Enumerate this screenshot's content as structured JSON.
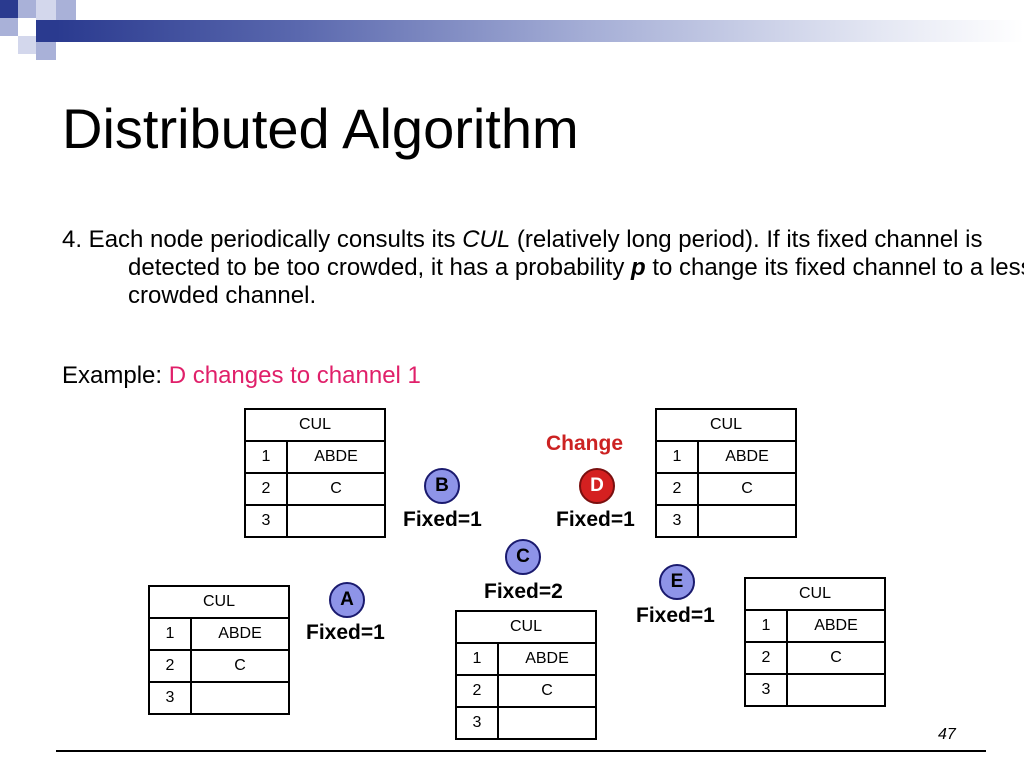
{
  "slide": {
    "title": "Distributed Algorithm",
    "point": {
      "lead": "4. Each node periodically consults its ",
      "term": "CUL",
      "mid": " (relatively long period). If its fixed channel is detected to be too crowded, it has a probability ",
      "prob": "p",
      "tail": " to change its fixed channel to a less crowded channel."
    },
    "example": {
      "label": "Example: ",
      "text": "D changes to channel 1"
    },
    "page_number": "47"
  },
  "colors": {
    "accent": "#e0206a",
    "node": "#8e94e8",
    "node_changed": "#d42020",
    "change_text": "#cc2222"
  },
  "tables": [
    {
      "header": "CUL",
      "rows": [
        {
          "n": "1",
          "v": "ABDE"
        },
        {
          "n": "2",
          "v": "C"
        },
        {
          "n": "3",
          "v": ""
        }
      ]
    },
    {
      "header": "CUL",
      "rows": [
        {
          "n": "1",
          "v": "ABDE"
        },
        {
          "n": "2",
          "v": "C"
        },
        {
          "n": "3",
          "v": ""
        }
      ]
    },
    {
      "header": "CUL",
      "rows": [
        {
          "n": "1",
          "v": "ABDE"
        },
        {
          "n": "2",
          "v": "C"
        },
        {
          "n": "3",
          "v": ""
        }
      ]
    },
    {
      "header": "CUL",
      "rows": [
        {
          "n": "1",
          "v": "ABDE"
        },
        {
          "n": "2",
          "v": "C"
        },
        {
          "n": "3",
          "v": ""
        }
      ]
    },
    {
      "header": "CUL",
      "rows": [
        {
          "n": "1",
          "v": "ABDE"
        },
        {
          "n": "2",
          "v": "C"
        },
        {
          "n": "3",
          "v": ""
        }
      ]
    }
  ],
  "nodes": [
    {
      "id": "A",
      "fixed": "Fixed=1"
    },
    {
      "id": "B",
      "fixed": "Fixed=1"
    },
    {
      "id": "C",
      "fixed": "Fixed=2"
    },
    {
      "id": "D",
      "fixed": "Fixed=1",
      "annotation": "Change"
    },
    {
      "id": "E",
      "fixed": "Fixed=1"
    }
  ]
}
